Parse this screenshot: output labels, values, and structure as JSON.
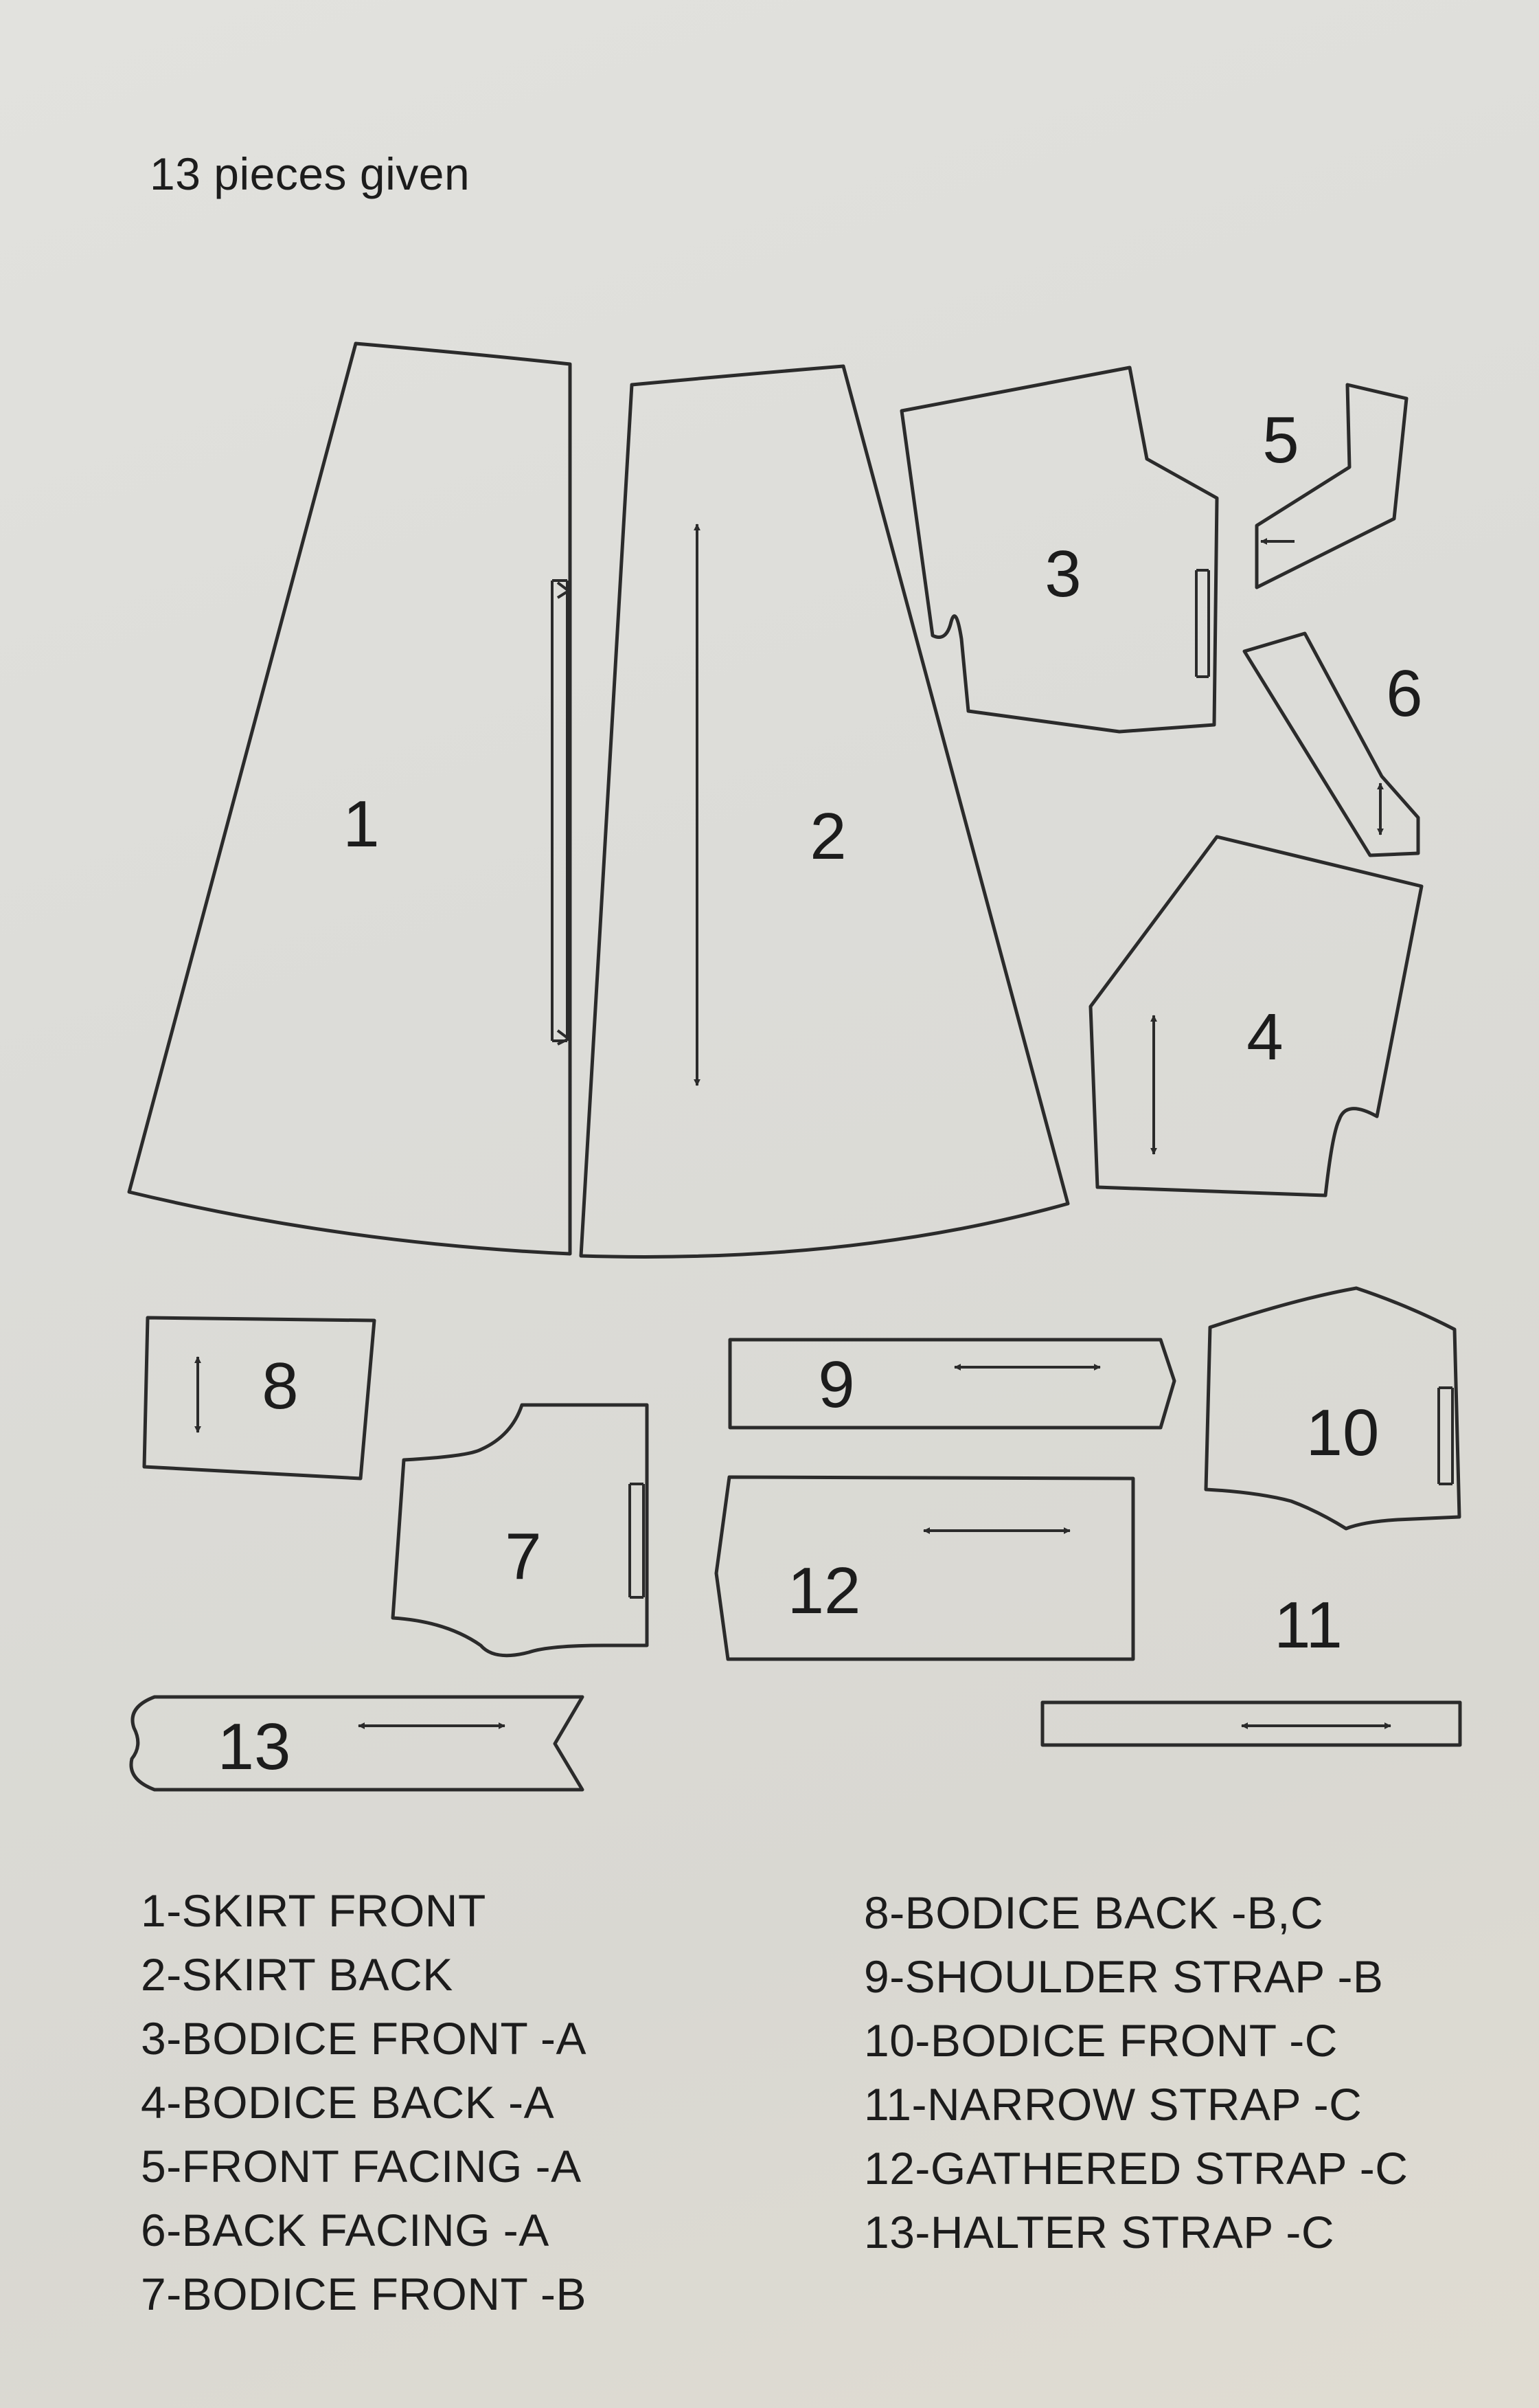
{
  "heading": "13 pieces given",
  "pieces": [
    {
      "number": "1"
    },
    {
      "number": "2"
    },
    {
      "number": "3"
    },
    {
      "number": "4"
    },
    {
      "number": "5"
    },
    {
      "number": "6"
    },
    {
      "number": "7"
    },
    {
      "number": "8"
    },
    {
      "number": "9"
    },
    {
      "number": "10"
    },
    {
      "number": "11"
    },
    {
      "number": "12"
    },
    {
      "number": "13"
    }
  ],
  "legend": {
    "left": [
      "1-SKIRT FRONT",
      "2-SKIRT BACK",
      "3-BODICE FRONT -A",
      "4-BODICE BACK -A",
      "5-FRONT FACING -A",
      "6-BACK FACING -A",
      "7-BODICE FRONT -B"
    ],
    "right": [
      "8-BODICE BACK -B,C",
      "9-SHOULDER STRAP -B",
      "10-BODICE FRONT -C",
      "11-NARROW STRAP -C",
      "12-GATHERED STRAP -C",
      "13-HALTER STRAP -C"
    ]
  }
}
